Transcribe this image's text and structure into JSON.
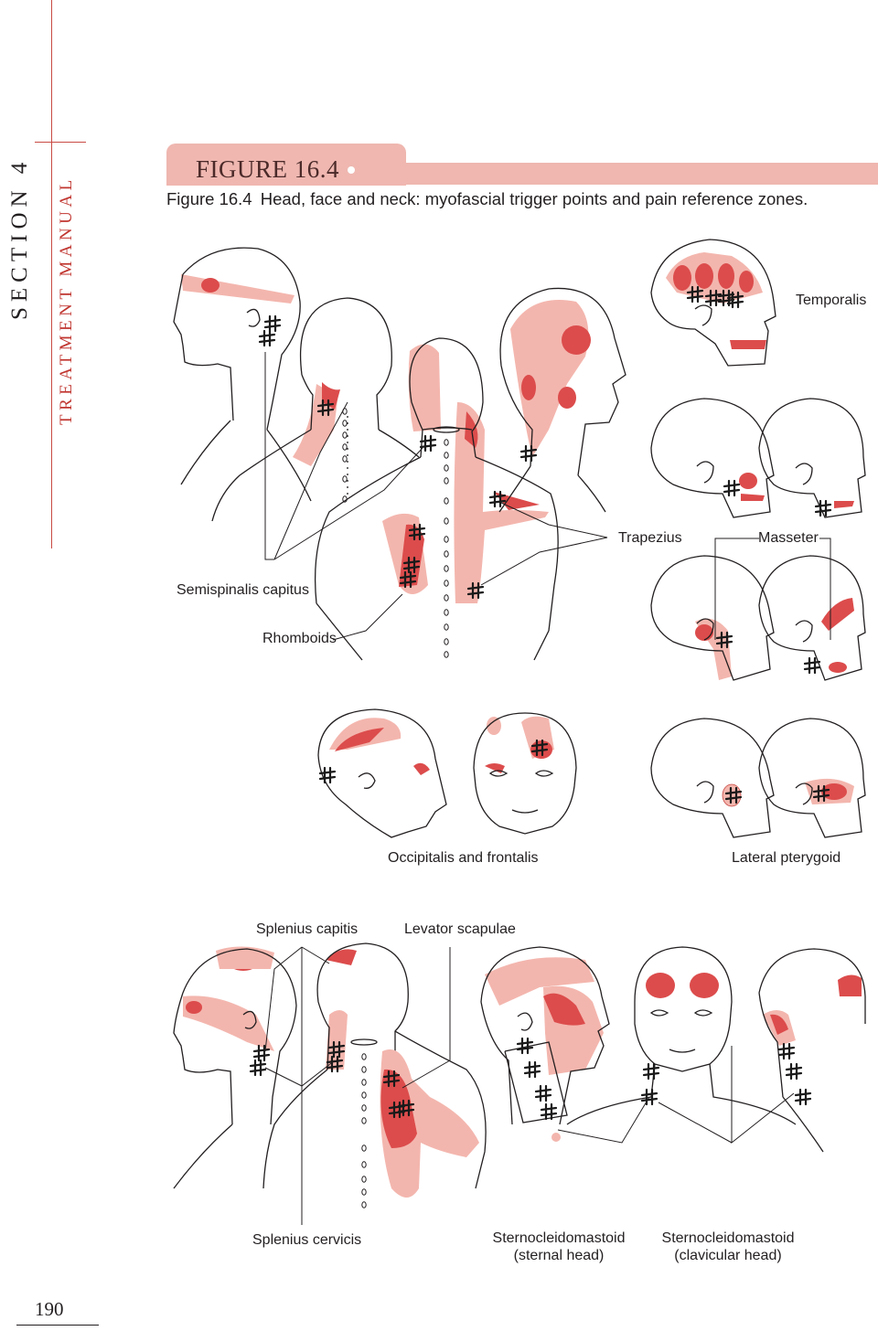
{
  "page": {
    "section_label": "SECTION 4",
    "manual_label": "TREATMENT MANUAL",
    "page_number": "190"
  },
  "figure": {
    "tab_title": "FIGURE 16.4",
    "caption_label": "Figure 16.4",
    "caption_text": "Head, face and neck: myofascial trigger points and pain reference zones."
  },
  "labels": {
    "temporalis": "Temporalis",
    "trapezius": "Trapezius",
    "masseter": "Masseter",
    "semispinalis": "Semispinalis capitus",
    "rhomboids": "Rhomboids",
    "occipitalis": "Occipitalis and frontalis",
    "lateral_pterygoid": "Lateral pterygoid",
    "splenius_capitis": "Splenius capitis",
    "levator_scapulae": "Levator scapulae",
    "splenius_cervicis": "Splenius cervicis",
    "scm_sternal_line1": "Sternocleidomastoid",
    "scm_sternal_line2": "(sternal head)",
    "scm_clavicular_line1": "Sternocleidomastoid",
    "scm_clavicular_line2": "(clavicular head)"
  },
  "colors": {
    "accent": "#c0352f",
    "tab_fill": "#efb7b0",
    "pain_light": "#f3b6ae",
    "pain_dark": "#dc4c4c"
  },
  "icons": [
    "trigger-point-hash-icon"
  ]
}
